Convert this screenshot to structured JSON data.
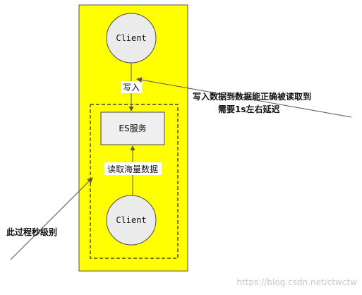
{
  "diagram": {
    "top_client_label": "Client",
    "write_label": "写入",
    "es_service_label": "ES服务",
    "read_label": "读取海量数据",
    "bottom_client_label": "Client",
    "annotation_right_line1": "写入数据到数据能正确被读取到",
    "annotation_right_line2": "需要1s左右延迟",
    "annotation_left": "此过程秒级别",
    "watermark": "https://blog.csdn.net/ctwctw"
  },
  "colors": {
    "panel_fill": "#ffff00",
    "circle_fill": "#ebebeb",
    "box_fill": "#efefef",
    "stroke": "#4a4a4a",
    "arrow": "#555555",
    "watermark": "#c8c8c8"
  }
}
